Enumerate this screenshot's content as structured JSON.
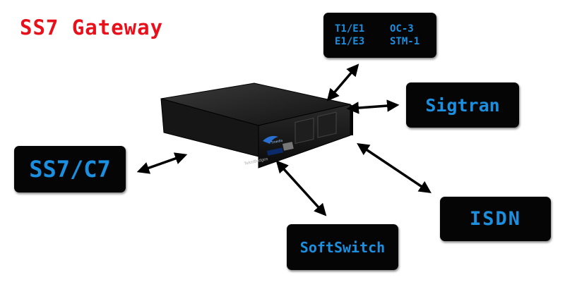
{
  "title": "SS7 Gateway",
  "device": {
    "brand": "TelcoBridges",
    "model_logo": "Tmedia"
  },
  "boxes": {
    "t1": {
      "row1": [
        "T1/E1",
        "OC-3"
      ],
      "row2": [
        "E1/E3",
        "STM-1"
      ]
    },
    "sigtran": "Sigtran",
    "ss7": "SS7/C7",
    "isdn": "ISDN",
    "softswitch": "SoftSwitch"
  },
  "colors": {
    "title": "#e8101a",
    "box_bg": "#050505",
    "box_text": "#1b8fe0",
    "arrow": "#000000"
  }
}
